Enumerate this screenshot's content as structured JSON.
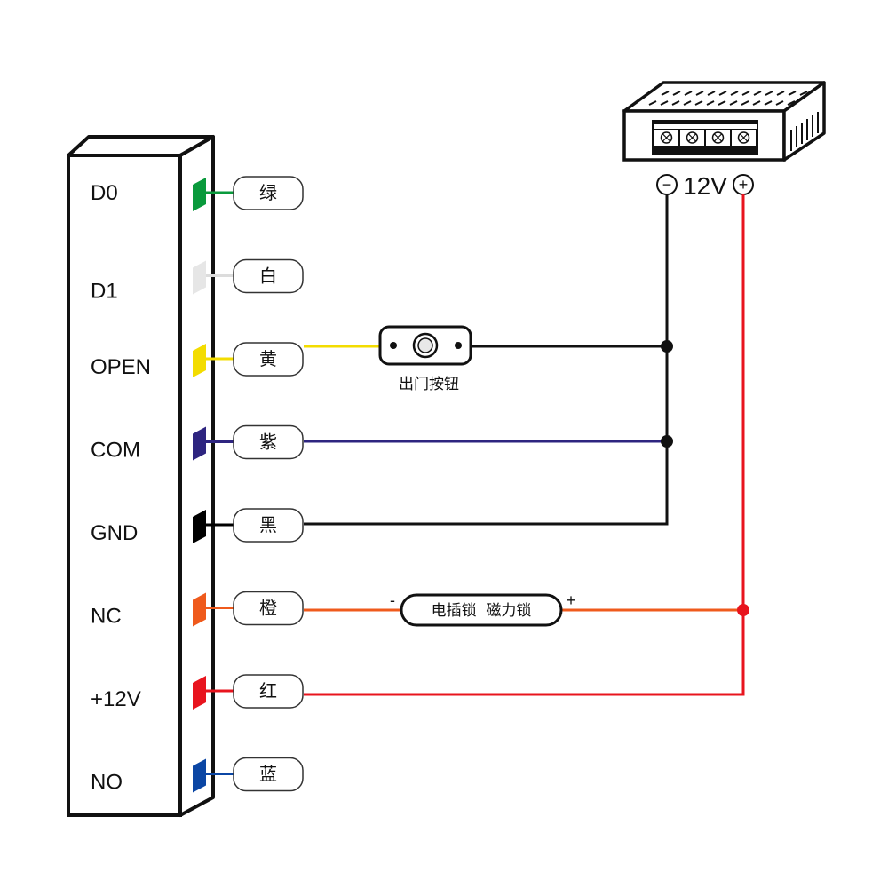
{
  "controller": {
    "pins": [
      {
        "label": "D0",
        "wire": "绿",
        "color": "#0a9a3c"
      },
      {
        "label": "D1",
        "wire": "白",
        "color": "#e6e6e6"
      },
      {
        "label": "OPEN",
        "wire": "黄",
        "color": "#f3dc00"
      },
      {
        "label": "COM",
        "wire": "紫",
        "color": "#2e2580"
      },
      {
        "label": "GND",
        "wire": "黑",
        "color": "#000000"
      },
      {
        "label": "NC",
        "wire": "橙",
        "color": "#ef5a1c"
      },
      {
        "label": "+12V",
        "wire": "红",
        "color": "#e8141e"
      },
      {
        "label": "NO",
        "wire": "蓝",
        "color": "#0b46a4"
      }
    ]
  },
  "power_supply": {
    "label": "12V",
    "minus_symbol": "−",
    "plus_symbol": "+",
    "terminal_count": 4
  },
  "exit_button": {
    "label": "出门按钮"
  },
  "lock": {
    "label": "电插锁  磁力锁",
    "minus_sign": "-",
    "plus_sign": "+"
  },
  "colors": {
    "outline": "#111111",
    "positive_rail": "#e8141e"
  }
}
